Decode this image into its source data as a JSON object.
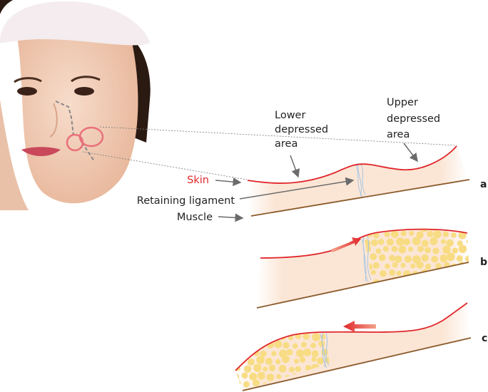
{
  "labels": {
    "lower_depressed": [
      "Lower",
      "depressed",
      "area"
    ],
    "upper_depressed": [
      "Upper",
      "depressed",
      "area"
    ],
    "skin": "Skin",
    "retaining_ligament": "Retaining ligament",
    "muscle": "Muscle"
  },
  "panels": [
    "a",
    "b",
    "c"
  ],
  "colors": {
    "skin_line": "#e0262b",
    "muscle_line": "#8b5a2b",
    "tissue_fill": "#fbe6d6",
    "fat": "#f8dc84",
    "ligament": "#9ec3e6",
    "arrow": "#e3462a",
    "pointer": "#6b6b6b"
  }
}
